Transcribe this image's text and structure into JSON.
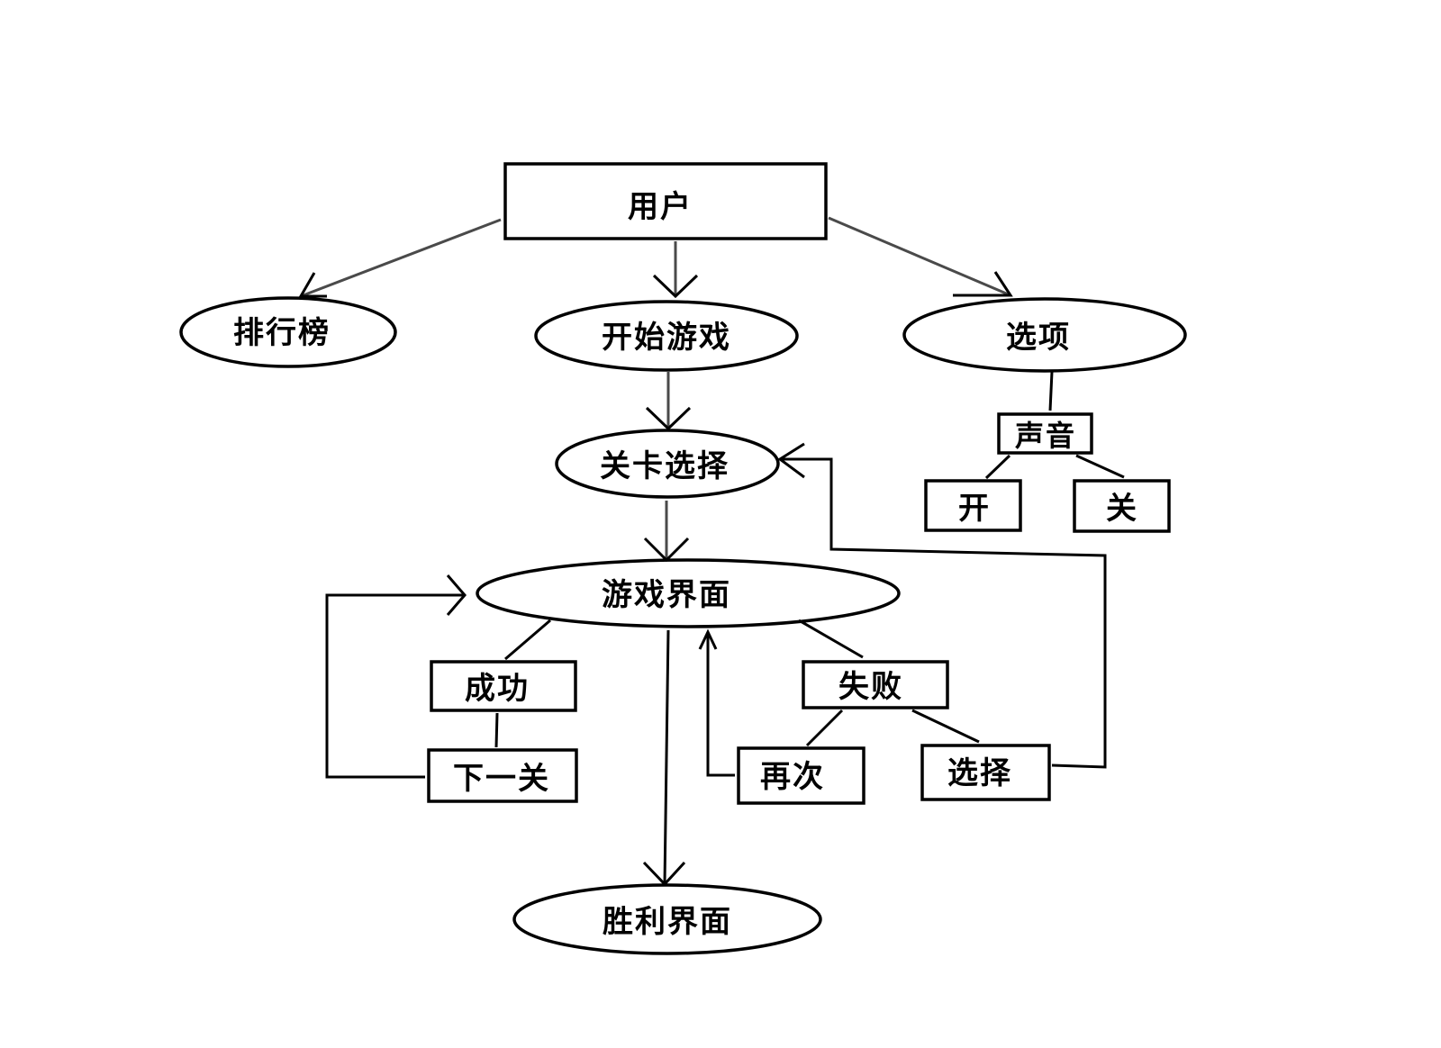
{
  "nodes": {
    "user": "用户",
    "leaderboard": "排行榜",
    "start_game": "开始游戏",
    "options": "选项",
    "sound": "声音",
    "on": "开",
    "off": "关",
    "level_select": "关卡选择",
    "game_screen": "游戏界面",
    "success": "成功",
    "next_level": "下一关",
    "failure": "失败",
    "retry": "再次",
    "choose": "选择",
    "victory_screen": "胜利界面"
  }
}
